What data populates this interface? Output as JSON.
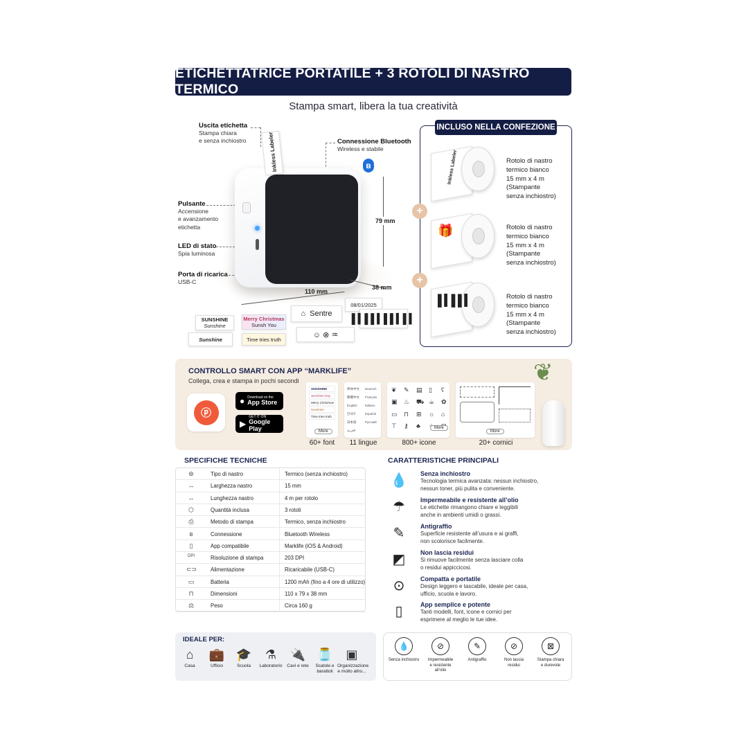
{
  "header": {
    "title": "ETICHETTATRICE PORTATILE + 3 ROTOLI DI NASTRO TERMICO",
    "subtitle": "Stampa smart, libera la tua creatività"
  },
  "callouts": {
    "exit": {
      "title": "Uscita etichetta",
      "desc1": "Stampa chiara",
      "desc2": "e senza inchiostro"
    },
    "bluetooth": {
      "title": "Connessione Bluetooth",
      "desc1": "Wireless e stabile"
    },
    "button": {
      "title": "Pulsante",
      "desc1": "Accensione",
      "desc2": "e avanzamento",
      "desc3": "etichetta"
    },
    "led": {
      "title": "LED di stato",
      "desc1": "Spia luminosa"
    },
    "port": {
      "title": "Porta di ricarica",
      "desc1": "USB-C"
    }
  },
  "printer": {
    "tape_text": "Inkless Labeler",
    "height": "79 mm",
    "width": "110 mm",
    "depth": "38 mm"
  },
  "samples": {
    "s1": "SUNSHINE",
    "s1b": "Sunshine",
    "s2": "Sunshine",
    "s3": "Merry Christmas",
    "s3b": "Sunsh You",
    "s4": "Time tries truth",
    "s5": "Sentre",
    "s6": "08/01/2025"
  },
  "included": {
    "title": "INCLUSO NELLA CONFEZIONE",
    "roll_tape_text": "Inkless Labeler",
    "rolls": [
      {
        "l1": "Rotolo di nastro",
        "l2": "termico bianco",
        "l3": "15 mm x 4 m",
        "l4": "(Stampante",
        "l5": "senza inchiostro)"
      },
      {
        "l1": "Rotolo di nastro",
        "l2": "termico bianco",
        "l3": "15 mm x 4 m",
        "l4": "(Stampante",
        "l5": "senza inchiostro)"
      },
      {
        "l1": "Rotolo di nastro",
        "l2": "termico bianco",
        "l3": "15 mm x 4 m",
        "l4": "(Stampante",
        "l5": "senza inchiostro)"
      }
    ],
    "plus": "+"
  },
  "app": {
    "title": "CONTROLLO SMART CON APP “MARKLIFE”",
    "subtitle": "Collega, crea e stampa in pochi secondi",
    "appstore_small": "Download on the",
    "appstore_big": "App Store",
    "googleplay_small": "GET IT ON",
    "googleplay_big": "Google Play",
    "fonts_caption": "60+ font",
    "langs_caption": "11 lingue",
    "icons_caption": "800+ icone",
    "frames_caption": "20+ cornici",
    "more": "More",
    "font_samples": [
      "SUNSHINE",
      "Sunshine Day",
      "Merry Christmas",
      "Sunshine",
      "Time tries truth"
    ],
    "langs_left": [
      "简体中文",
      "繁體中文",
      "English",
      "한국어",
      "日本語",
      "العربية"
    ],
    "langs_right": [
      "Deutsch",
      "Français",
      "Italiano",
      "Español",
      "Русский"
    ]
  },
  "specs": {
    "title": "SPECIFICHE TECNICHE",
    "rows": [
      {
        "icon": "⊚",
        "label": "Tipo di nastro",
        "value": "Termico (senza inchiostro)"
      },
      {
        "icon": "↔",
        "label": "Larghezza nastro",
        "value": "15 mm"
      },
      {
        "icon": "↔",
        "label": "Lunghezza nastro",
        "value": "4 m per rotolo"
      },
      {
        "icon": "⬡",
        "label": "Quantità inclusa",
        "value": "3 rotoli"
      },
      {
        "icon": "⎙",
        "label": "Metodo di stampa",
        "value": "Termico, senza inchiostro"
      },
      {
        "icon": "ʙ",
        "label": "Connessione",
        "value": "Bluetooth Wireless"
      },
      {
        "icon": "▯",
        "label": "App compatibile",
        "value": "Marklife (iOS & Android)"
      },
      {
        "icon": "DPI",
        "label": "Risoluzione di stampa",
        "value": "203 DPI"
      },
      {
        "icon": "⊂⊃",
        "label": "Alimentazione",
        "value": "Ricaricabile (USB-C)"
      },
      {
        "icon": "▭",
        "label": "Batteria",
        "value": "1200 mAh (fino a 4 ore di utilizzo)"
      },
      {
        "icon": "⊓",
        "label": "Dimensioni",
        "value": "110 x 79 x 38 mm"
      },
      {
        "icon": "⚖",
        "label": "Peso",
        "value": "Circa 160 g"
      }
    ]
  },
  "features": {
    "title": "CARATTERISTICHE PRINCIPALI",
    "items": [
      {
        "icon": "💧",
        "title": "Senza inchiostro",
        "d1": "Tecnologia termica avanzata: nessun inchiostro,",
        "d2": "nessun toner, più pulita e conveniente."
      },
      {
        "icon": "☂",
        "title": "Impermeabile e resistente all’olio",
        "d1": "Le etichette rimangono chiare e leggibili",
        "d2": "anche in ambienti umidi o grassi."
      },
      {
        "icon": "✎",
        "title": "Antigraffio",
        "d1": "Superficie resistente all’usura e ai graffi,",
        "d2": "non scolorisce facilmente."
      },
      {
        "icon": "◩",
        "title": "Non lascia residui",
        "d1": "Si rimuove facilmente senza lasciare colla",
        "d2": "o residui appiccicosi."
      },
      {
        "icon": "⊙",
        "title": "Compatta e portatile",
        "d1": "Design leggero e tascabile, ideale per casa,",
        "d2": "ufficio, scuola e lavoro."
      },
      {
        "icon": "▯",
        "title": "App semplice e potente",
        "d1": "Tanti modelli, font, icone e cornici per",
        "d2": "esprimere al meglio le tue idee."
      }
    ]
  },
  "ideal": {
    "title": "IDEALE PER:",
    "items": [
      {
        "icon": "⌂",
        "l1": "Casa",
        "l2": ""
      },
      {
        "icon": "💼",
        "l1": "Ufficio",
        "l2": ""
      },
      {
        "icon": "🎓",
        "l1": "Scuola",
        "l2": ""
      },
      {
        "icon": "⚗",
        "l1": "Laboratorio",
        "l2": ""
      },
      {
        "icon": "🔌",
        "l1": "Cavi e rete",
        "l2": ""
      },
      {
        "icon": "🫙",
        "l1": "Scatole e",
        "l2": "barattoli"
      },
      {
        "icon": "▣",
        "l1": "Organizzazione",
        "l2": "e molto altro..."
      }
    ]
  },
  "strip": {
    "items": [
      {
        "icon": "💧",
        "l1": "Senza inchiostro",
        "l2": "",
        "l3": ""
      },
      {
        "icon": "⊘",
        "l1": "Impermeabile",
        "l2": "e resistente",
        "l3": "all’olio"
      },
      {
        "icon": "✎",
        "l1": "Antigraffio",
        "l2": "",
        "l3": ""
      },
      {
        "icon": "⊘",
        "l1": "Non lascia",
        "l2": "residui",
        "l3": ""
      },
      {
        "icon": "⊠",
        "l1": "Stampa chiara",
        "l2": "e durevole",
        "l3": ""
      }
    ]
  }
}
